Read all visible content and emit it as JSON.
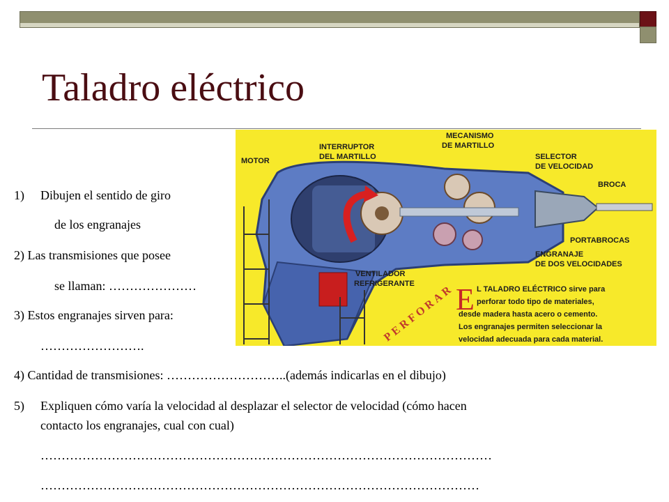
{
  "slide": {
    "title": "Taladro eléctrico"
  },
  "figure": {
    "labels": {
      "motor": "MOTOR",
      "interruptor_1": "INTERRUPTOR",
      "interruptor_2": "DEL MARTILLO",
      "mecanismo_1": "MECANISMO",
      "mecanismo_2": "DE MARTILLO",
      "selector_1": "SELECTOR",
      "selector_2": "DE VELOCIDAD",
      "broca": "BROCA",
      "portabrocas": "PORTABROCAS",
      "engranaje_1": "ENGRANAJE",
      "engranaje_2": "DE DOS VELOCIDADES",
      "ventilador_1": "VENTILADOR",
      "ventilador_2": "REFRIGERANTE",
      "perforar": "PERFORAR"
    },
    "caption": {
      "initial": "E",
      "line1": "L TALADRO ELÉCTRICO sirve para",
      "line2": "perforar todo tipo de materiales,",
      "line3": "desde madera hasta acero o cemento.",
      "line4": "Los engranajes permiten seleccionar la",
      "line5": "velocidad adecuada para cada material."
    }
  },
  "questions": {
    "q1_num": "1)",
    "q1_line1": "Dibujen el sentido de giro",
    "q1_line2": "de los engranajes",
    "q2_line1": "2)  Las transmisiones que posee",
    "q2_line2": "se llaman: …………………",
    "q3_line1": "3)  Estos engranajes sirven para:",
    "q3_line2": "…………………….",
    "q4": "4)  Cantidad de transmisiones: ………………………..(además indicarlas en el dibujo)",
    "q5_num": "5)",
    "q5_line1": "Expliquen cómo varía la velocidad al desplazar el selector de velocidad (cómo hacen",
    "q5_line2": "contacto los engranajes, cual con cual)",
    "q5_line3": "………………………………………………………………………………………………",
    "q5_line4": "……………………………………………………………………………………………"
  }
}
